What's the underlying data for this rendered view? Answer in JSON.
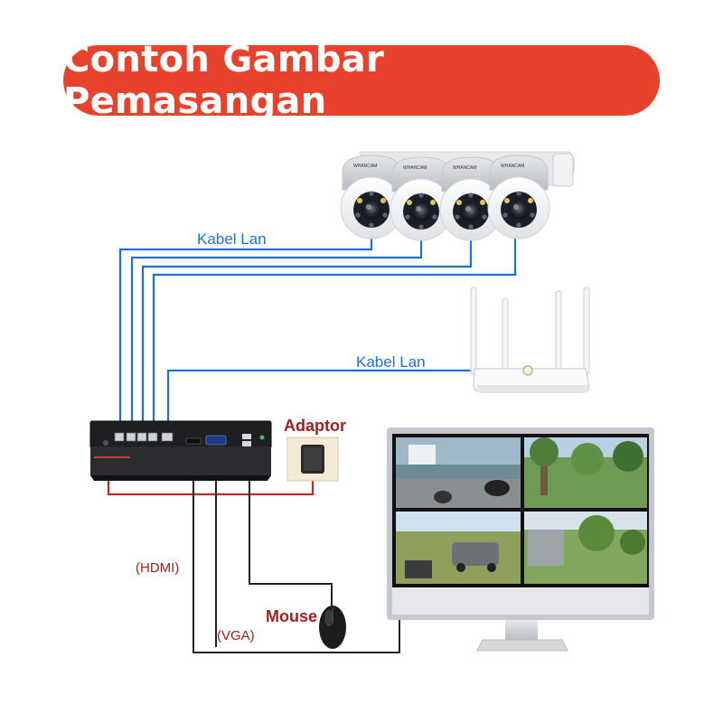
{
  "title": "Contoh Gambar Pemasangan",
  "labels": {
    "cable_top": "Kabel Lan",
    "cable_router": "Kabel Lan",
    "adaptor": "Adaptor",
    "hdmi": "(HDMI)",
    "vga": "(VGA)",
    "mouse": "Mouse",
    "camera_brand": "WHANCAM"
  },
  "colors": {
    "title_bg": "#e8412c",
    "lan_cable": "#1e6fd9",
    "power_cable": "#c0282a",
    "av_cable": "#222222",
    "label_red": "#a32020"
  },
  "icons": [
    "dome-camera-icon",
    "router-icon",
    "nvr-icon",
    "power-adaptor-icon",
    "mouse-icon",
    "monitor-icon"
  ]
}
